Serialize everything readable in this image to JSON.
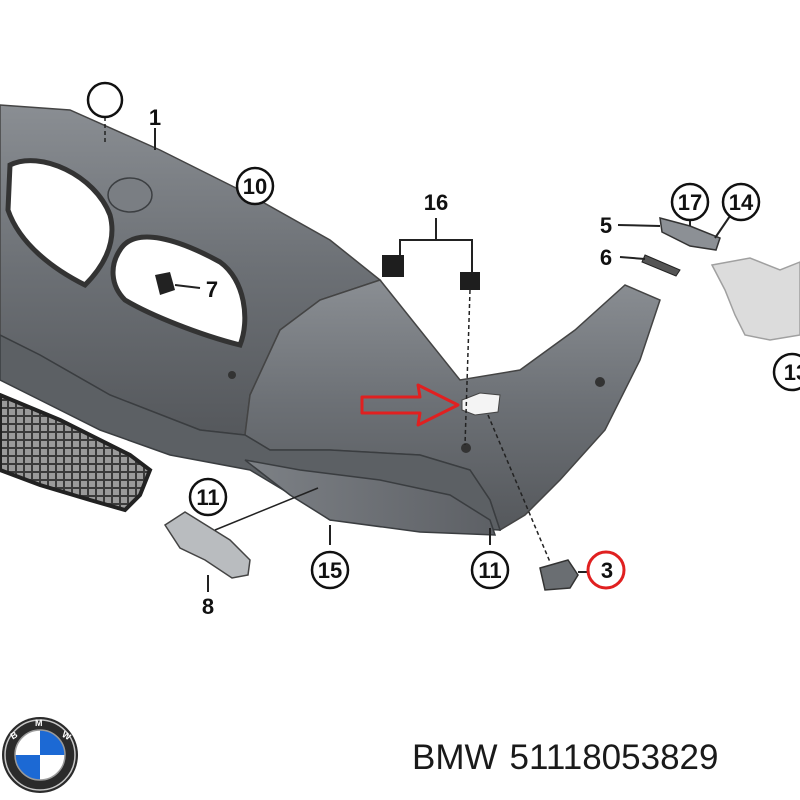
{
  "callouts": {
    "c1": "1",
    "c3": "3",
    "c5": "5",
    "c6": "6",
    "c7": "7",
    "c8": "8",
    "c10": "10",
    "c11a": "11",
    "c11b": "11",
    "c13": "13",
    "c14": "14",
    "c15": "15",
    "c16": "16",
    "c17": "17"
  },
  "caption": {
    "brand": "BMW",
    "part_number": "51118053829"
  },
  "colors": {
    "bumper": "#6f7378",
    "bumper_dark": "#4a4d51",
    "highlight": "#e02020",
    "line": "#222222"
  },
  "icons": {
    "logo": "bmw-roundel-icon",
    "arrow": "red-arrow-icon"
  }
}
